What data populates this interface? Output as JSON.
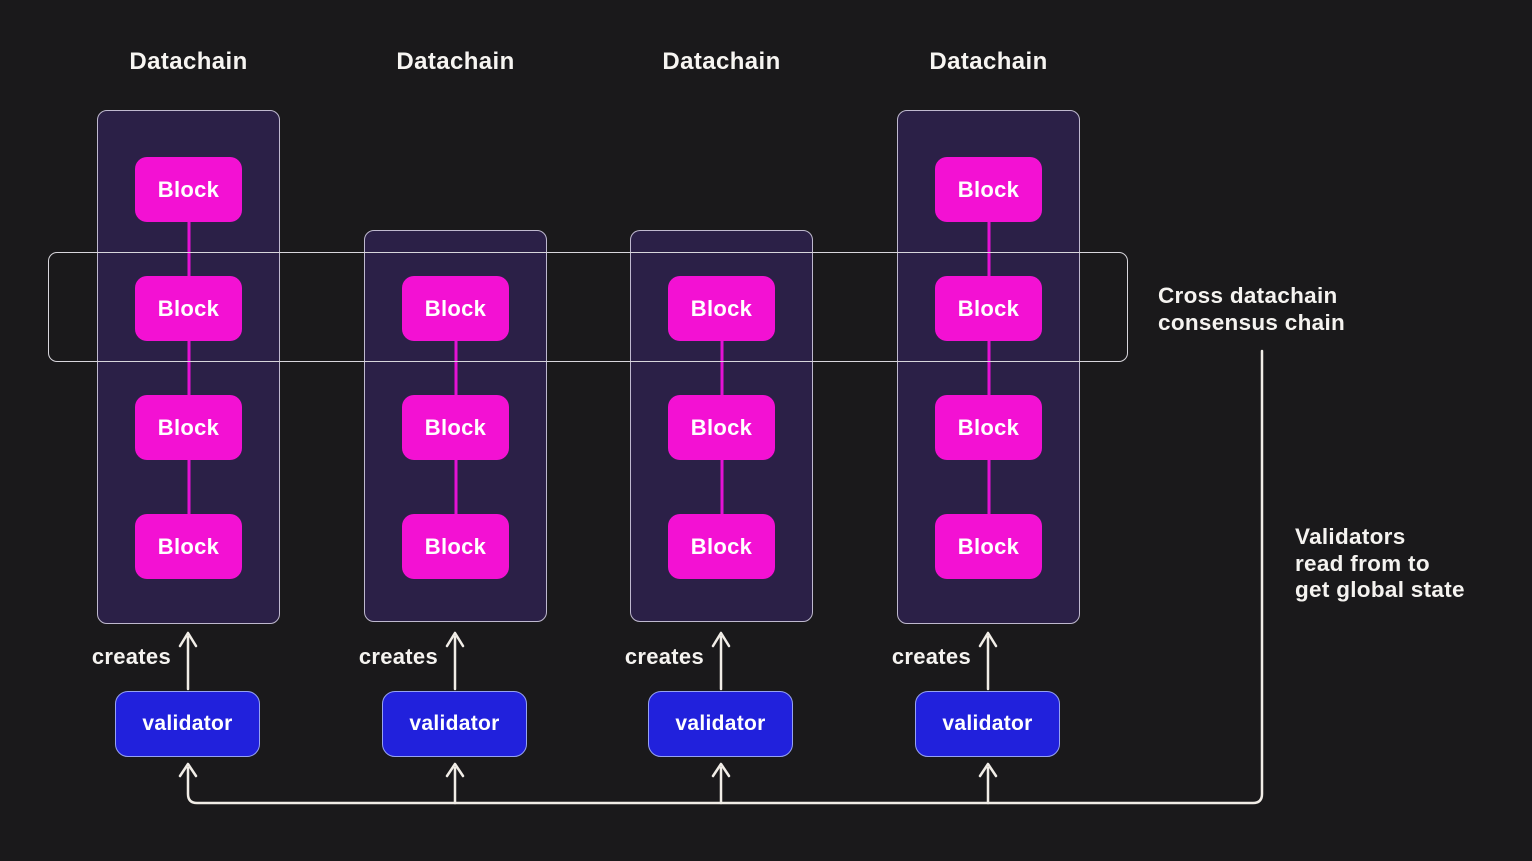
{
  "colors": {
    "background": "#1a191b",
    "block_fill": "#f311d3",
    "block_connector": "#e412d4",
    "container_fill": "#2b2047",
    "container_border": "#bfb9cf",
    "consensus_band_border": "#d8d6dc",
    "validator_fill": "#2121dc",
    "validator_border": "#96a2f2",
    "wire": "#f1ede7",
    "text": "#f5f3f0"
  },
  "columns": [
    {
      "title": "Datachain",
      "blocks": [
        "Block",
        "Block",
        "Block",
        "Block"
      ],
      "creates": "creates",
      "validator": "validator"
    },
    {
      "title": "Datachain",
      "blocks": [
        "Block",
        "Block",
        "Block"
      ],
      "creates": "creates",
      "validator": "validator"
    },
    {
      "title": "Datachain",
      "blocks": [
        "Block",
        "Block",
        "Block"
      ],
      "creates": "creates",
      "validator": "validator"
    },
    {
      "title": "Datachain",
      "blocks": [
        "Block",
        "Block",
        "Block",
        "Block"
      ],
      "creates": "creates",
      "validator": "validator"
    }
  ],
  "consensus_band": {
    "label_line1": "Cross datachain",
    "label_line2": "consensus chain"
  },
  "note": {
    "line1": "Validators",
    "line2": "read from to",
    "line3": "get global state"
  }
}
